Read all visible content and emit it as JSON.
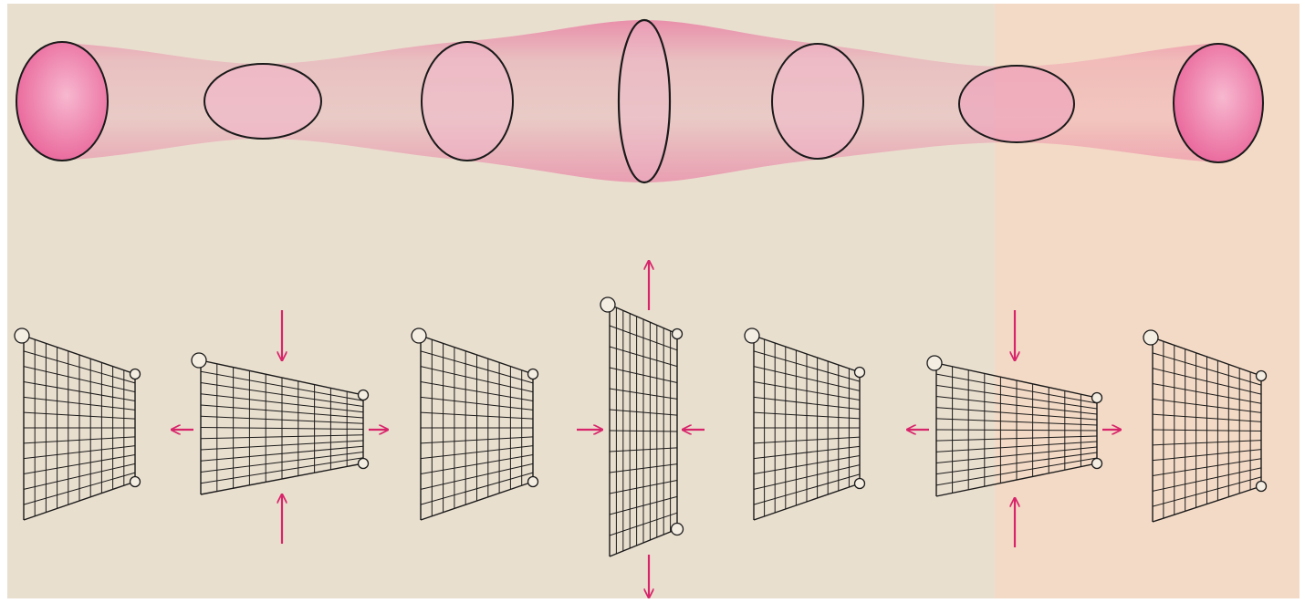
{
  "colors": {
    "paper": "#e9dfcf",
    "paper_right_tint": "#f4dcc6",
    "tube_pink": "#e94f8d",
    "arrow_magenta": "#d8246a",
    "ink": "#1a1a1a"
  },
  "tube": {
    "cross_sections": [
      {
        "shape": "circle",
        "aspect": 1.0
      },
      {
        "shape": "ellipse",
        "aspect": 0.66,
        "orientation": "horizontal"
      },
      {
        "shape": "circle",
        "aspect": 1.0
      },
      {
        "shape": "ellipse",
        "aspect": 0.3,
        "orientation": "vertical"
      },
      {
        "shape": "circle",
        "aspect": 1.0
      },
      {
        "shape": "ellipse",
        "aspect": 0.66,
        "orientation": "horizontal"
      },
      {
        "shape": "circle",
        "aspect": 1.0
      }
    ]
  },
  "grids": [
    {
      "state": "neutral",
      "arrows": "none",
      "icon": "neutral-grid"
    },
    {
      "state": "flattened",
      "arrows": "in-vertical-out-horizontal",
      "icon": "squeezed-grid"
    },
    {
      "state": "neutral",
      "arrows": "none",
      "icon": "neutral-grid"
    },
    {
      "state": "stretched",
      "arrows": "out-vertical-in-horizontal",
      "icon": "stretched-grid"
    },
    {
      "state": "neutral",
      "arrows": "none",
      "icon": "neutral-grid"
    },
    {
      "state": "flattened",
      "arrows": "in-vertical-out-horizontal",
      "icon": "squeezed-grid"
    },
    {
      "state": "neutral",
      "arrows": "none",
      "icon": "neutral-grid"
    }
  ]
}
